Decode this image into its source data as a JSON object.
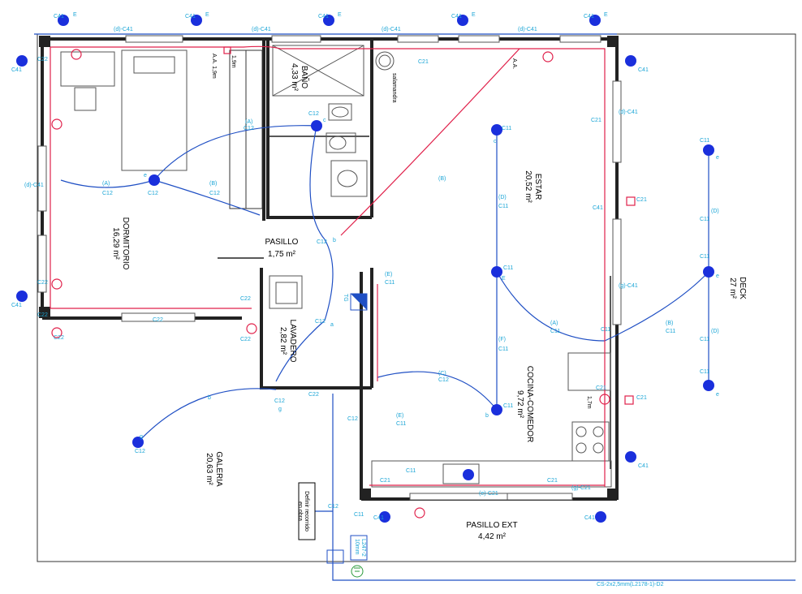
{
  "rooms": {
    "dormitorio": {
      "name": "DORMITORIO",
      "area": "16,29 m²"
    },
    "bano": {
      "name": "BAÑO",
      "area": "4,33 m²"
    },
    "pasillo": {
      "name": "PASILLO",
      "area": "1,75 m²"
    },
    "lavadero": {
      "name": "LAVADERO",
      "area": "2,82 m²"
    },
    "estar": {
      "name": "ESTAR",
      "area": "20,52 m²"
    },
    "cocina": {
      "name": "COCINA-COMEDOR",
      "area": "9,72 m²"
    },
    "galeria": {
      "name": "GALERIA",
      "area": "20,63 m²"
    },
    "deck": {
      "name": "DECK",
      "area": "27 m²"
    },
    "pasillo_ext": {
      "name": "PASILLO EXT",
      "area": "4,42 m²"
    }
  },
  "notes": {
    "recorrido_1": "Definir recorrido",
    "recorrido_2": "en obra",
    "cable": "CS-2x2,5mm(L2178-1)-D2",
    "salamandra": "salamandra",
    "tg": "TG",
    "meter_1": "10mm",
    "meter_2": "L247-2",
    "height_1": "1,9m",
    "height_2": "A.A. 1,9m",
    "height_3": "1,7m",
    "aa": "A.A."
  },
  "circuits": {
    "c41": "C41",
    "c12": "C12",
    "c11": "C11",
    "c22": "C22",
    "c21": "C21",
    "d_c41": "(d)-C41",
    "g_c41": "(g)-C41",
    "e_c21": "(e)-C21",
    "g_c21": "(g)-C21",
    "a": "(A)",
    "b": "(B)",
    "c": "(C)",
    "d": "(D)",
    "e": "(E)",
    "f": "(F)",
    "la": "a",
    "lb": "b",
    "lc": "c",
    "le": "e",
    "lf": "f",
    "lg": "g",
    "lE": "E"
  },
  "colors": {
    "wall": "#222222",
    "circuit_blue": "#1f4fc4",
    "circuit_red": "#e0204a",
    "label_cyan": "#1aa5d6",
    "outlet_blue": "#1a2fdc"
  }
}
